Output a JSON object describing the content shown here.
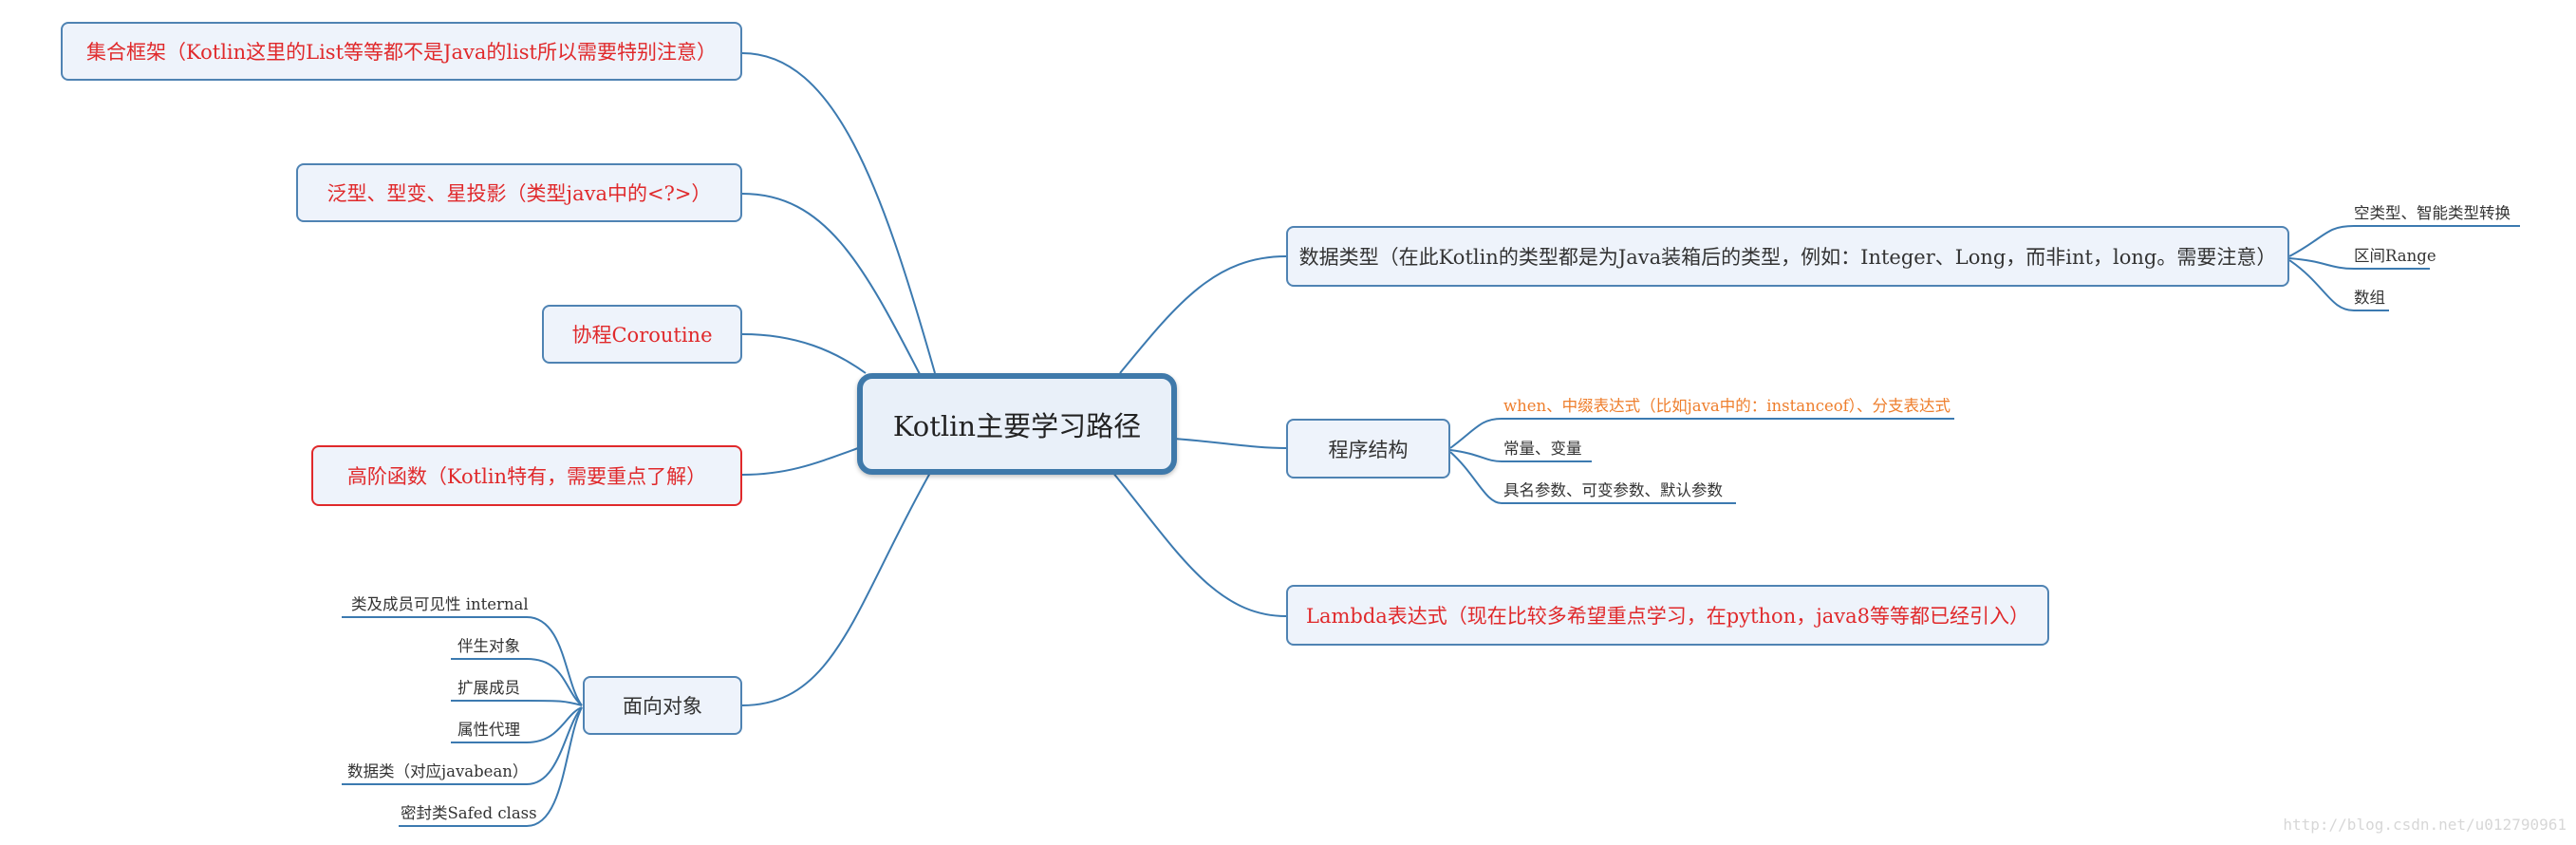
{
  "root": {
    "title": "Kotlin主要学习路径"
  },
  "left_nodes": [
    {
      "label": "集合框架（Kotlin这里的List等等都不是Java的list所以需要特别注意）"
    },
    {
      "label": "泛型、型变、星投影（类型java中的<?>）"
    },
    {
      "label": "协程Coroutine"
    },
    {
      "label": "高阶函数（Kotlin特有，需要重点了解）"
    },
    {
      "label": "面向对象",
      "children": [
        "类及成员可见性 internal",
        "伴生对象",
        "扩展成员",
        "属性代理",
        "数据类（对应javabean）",
        "密封类Safed class"
      ]
    }
  ],
  "right_nodes": [
    {
      "label": "数据类型（在此Kotlin的类型都是为Java装箱后的类型，例如：Integer、Long，而非int，long。需要注意）",
      "children": [
        "空类型、智能类型转换",
        "区间Range",
        "数组"
      ]
    },
    {
      "label": "程序结构",
      "children": [
        "when、中缀表达式（比如java中的：instanceof）、分支表达式",
        "常量、变量",
        "具名参数、可变参数、默认参数"
      ]
    },
    {
      "label": "Lambda表达式（现在比较多希望重点学习，在python，java8等等都已经引入）"
    }
  ],
  "colors": {
    "line": "#3c7ab0",
    "node_border": "#4f83b3",
    "red": "#e0292b",
    "orange": "#ee7e2c"
  },
  "watermark": "http://blog.csdn.net/u012790961"
}
